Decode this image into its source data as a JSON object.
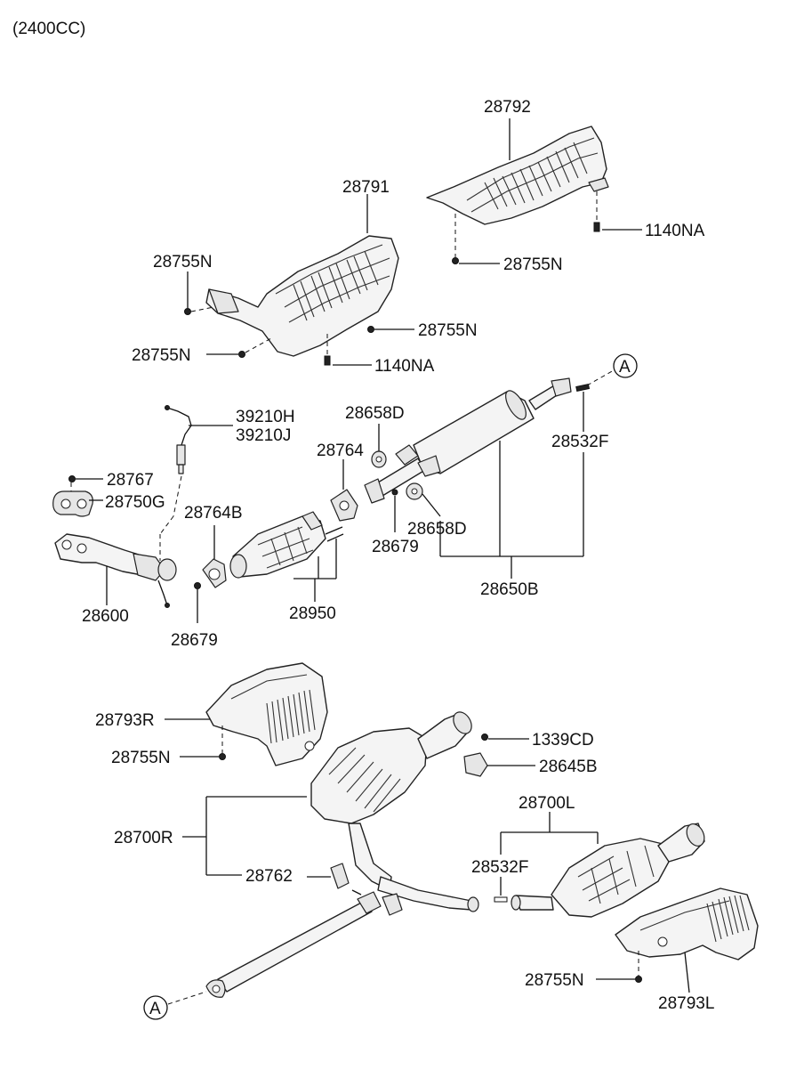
{
  "header": {
    "engine": "(2400CC)"
  },
  "reference": {
    "connector": "A"
  },
  "parts": {
    "heat_protector_front_upper": "28792",
    "heat_protector_front": "28791",
    "nut_a": "28755N",
    "nut_b": "28755N",
    "nut_c": "28755N",
    "nut_d": "28755N",
    "bolt_upper": "1140NA",
    "bolt_lower": "1140NA",
    "oxygen_sensor_1": "39210H",
    "oxygen_sensor_2": "39210J",
    "rubber_hanger_top": "28658D",
    "rubber_hanger_bottom": "28658D",
    "gasket_center": "28764",
    "nut_center": "28767",
    "gasket_manifold": "28750G",
    "gasket_converter": "28764B",
    "bolt_small_1": "28679",
    "bolt_small_2": "28679",
    "clamp_spring": "28532F",
    "front_pipe": "28600",
    "catalytic_converter": "28950",
    "center_muffler_assy": "28650B",
    "heat_protector_rear_r": "28793R",
    "nut_rear_r": "28755N",
    "bolt_hanger": "1339CD",
    "hanger_bracket": "28645B",
    "rear_muffler_r": "28700R",
    "rubber_hanger_rear": "28762",
    "rear_muffler_l": "28700L",
    "clamp_spring_rear": "28532F",
    "nut_rear_l": "28755N",
    "heat_protector_rear_l": "28793L"
  }
}
